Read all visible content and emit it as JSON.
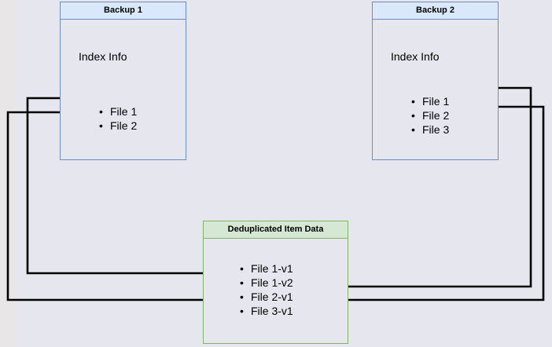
{
  "diagram": {
    "title": "Backup deduplication index diagram",
    "background_color": "#e6e6ef",
    "margin_color": "#e8e6e6",
    "edge_color": "#000000",
    "nodes": [
      {
        "id": "backup1",
        "header": "Backup 1",
        "index_label": "Index Info",
        "items": [
          "File 1",
          "File 2"
        ],
        "border_color": "#6c8ebf",
        "header_fill": "#dae8fc",
        "body_fill": "#e6e6ef"
      },
      {
        "id": "backup2",
        "header": "Backup 2",
        "index_label": "Index Info",
        "items": [
          "File 1",
          "File 2",
          "File 3"
        ],
        "border_color": "#6c8ebf",
        "header_fill": "#dae8fc",
        "body_fill": "#e6e6ef"
      },
      {
        "id": "dedup",
        "header": "Deduplicated Item Data",
        "index_label": "",
        "items": [
          "File 1-v1",
          "File 1-v2",
          "File 2-v1",
          "File 3-v1"
        ],
        "border_color": "#82b366",
        "header_fill": "#d5e8d4",
        "body_fill": "#e6e6ef"
      }
    ],
    "edges": [
      {
        "from": "backup1.File 1",
        "to": "dedup.File 1-v1",
        "direction": "right"
      },
      {
        "from": "backup1.File 2",
        "to": "dedup.File 2-v1",
        "direction": "right"
      },
      {
        "from": "backup2.File 1",
        "to": "dedup.File 1-v2",
        "direction": "left"
      },
      {
        "from": "backup2.File 2",
        "to": "dedup.File 2-v1",
        "direction": "left"
      }
    ]
  }
}
